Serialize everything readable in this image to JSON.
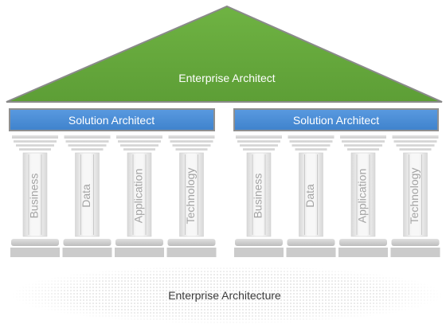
{
  "roof": {
    "label": "Enterprise Architect"
  },
  "temples": [
    {
      "beam_label": "Solution Architect",
      "pillars": [
        "Business",
        "Data",
        "Application",
        "Technology"
      ]
    },
    {
      "beam_label": "Solution Architect",
      "pillars": [
        "Business",
        "Data",
        "Application",
        "Technology"
      ]
    }
  ],
  "foundation": {
    "label": "Enterprise Architecture"
  },
  "colors": {
    "roof_fill": "#6aac3f",
    "roof_stroke": "#8a8a8a",
    "beam_fill": "#4a8ed6",
    "beam_stroke": "#8a8a8a",
    "pillar_light": "#f4f4f4",
    "pillar_dark": "#c9c9c9",
    "pillar_text": "#a3a3a3",
    "foundation_text": "#3b3b3b"
  }
}
